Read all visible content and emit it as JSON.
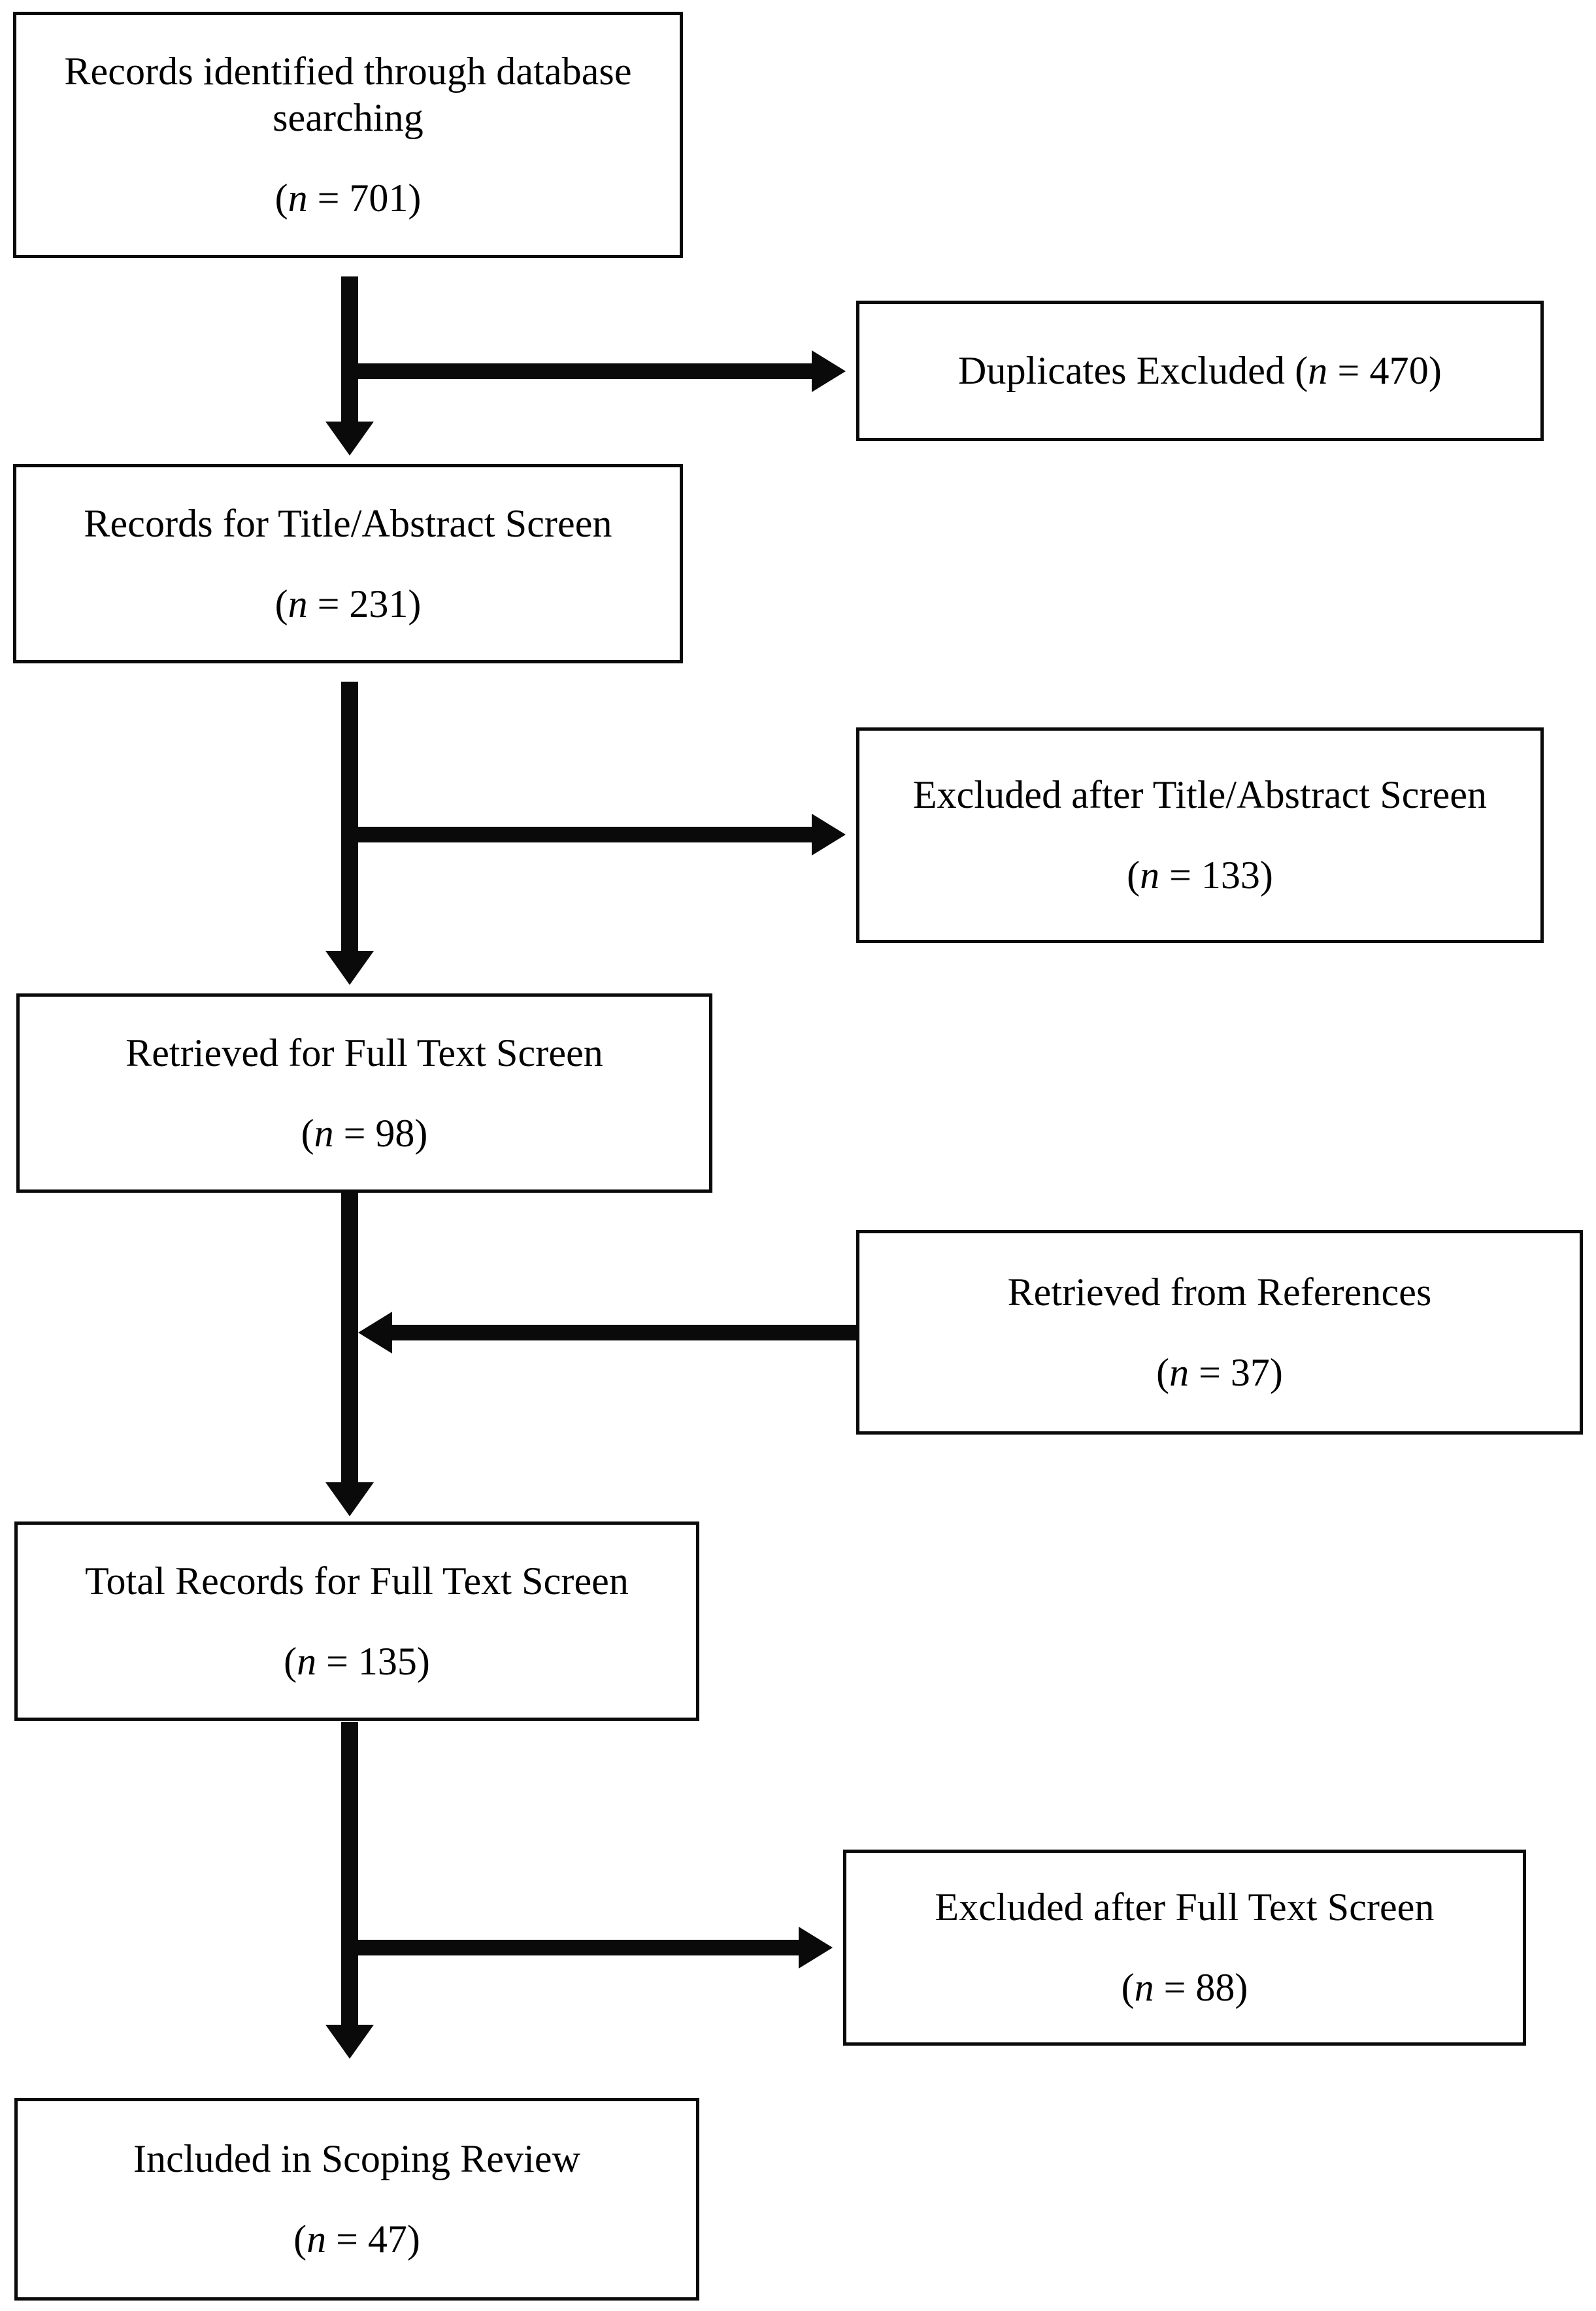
{
  "figure": {
    "type": "prisma-flow-diagram",
    "accent_color": "#000000",
    "background_color": "#ffffff",
    "border_color": "#0a0a0a"
  },
  "nodes": {
    "identified": {
      "label_line1": "Records identified through database",
      "label_line2": "searching",
      "count_prefix": "(",
      "count_n": "n",
      "count_eq": " = ",
      "count_value": "701",
      "count_suffix": ")",
      "count_text": "(n = 701)"
    },
    "duplicates_excluded": {
      "label_line1": "Duplicates Excluded (",
      "count_n": "n",
      "count_eq": " = ",
      "count_value": "470",
      "count_suffix": ")",
      "full_text": "Duplicates Excluded (n = 470)"
    },
    "title_abstract_screen": {
      "label_line1": "Records for Title/Abstract Screen",
      "count_n": "n",
      "count_eq": " = ",
      "count_value": "231",
      "count_text": "(n = 231)"
    },
    "excluded_title_abstract": {
      "label_line1": "Excluded after Title/Abstract Screen",
      "count_n": "n",
      "count_eq": " = ",
      "count_value": "133",
      "count_text": "(n = 133)"
    },
    "retrieved_full_text": {
      "label_line1": "Retrieved for Full Text Screen",
      "count_n": "n",
      "count_eq": " = ",
      "count_value": "98",
      "count_text": "(n = 98)"
    },
    "retrieved_references": {
      "label_line1": "Retrieved from References",
      "count_n": "n",
      "count_eq": " = ",
      "count_value": "37",
      "count_text": "(n = 37)"
    },
    "total_full_text": {
      "label_line1": "Total Records for Full Text Screen",
      "count_n": "n",
      "count_eq": " = ",
      "count_value": "135",
      "count_text": "(n = 135)"
    },
    "excluded_full_text": {
      "label_line1": "Excluded after Full Text Screen",
      "count_n": "n",
      "count_eq": " = ",
      "count_value": "88",
      "count_text": "(n = 88)"
    },
    "included_scoping_review": {
      "label_line1": "Included in Scoping Review",
      "count_n": "n",
      "count_eq": " = ",
      "count_value": "47",
      "count_text": "(n = 47)"
    }
  },
  "chart_data": {
    "type": "diagram",
    "title": "",
    "flow": [
      {
        "stage": "Records identified through database searching",
        "n": 701
      },
      {
        "stage": "Duplicates Excluded",
        "n": 470,
        "branch": "excluded"
      },
      {
        "stage": "Records for Title/Abstract Screen",
        "n": 231
      },
      {
        "stage": "Excluded after Title/Abstract Screen",
        "n": 133,
        "branch": "excluded"
      },
      {
        "stage": "Retrieved for Full Text Screen",
        "n": 98
      },
      {
        "stage": "Retrieved from References",
        "n": 37,
        "branch": "added"
      },
      {
        "stage": "Total Records for Full Text Screen",
        "n": 135
      },
      {
        "stage": "Excluded after Full Text Screen",
        "n": 88,
        "branch": "excluded"
      },
      {
        "stage": "Included in Scoping Review",
        "n": 47
      }
    ]
  }
}
